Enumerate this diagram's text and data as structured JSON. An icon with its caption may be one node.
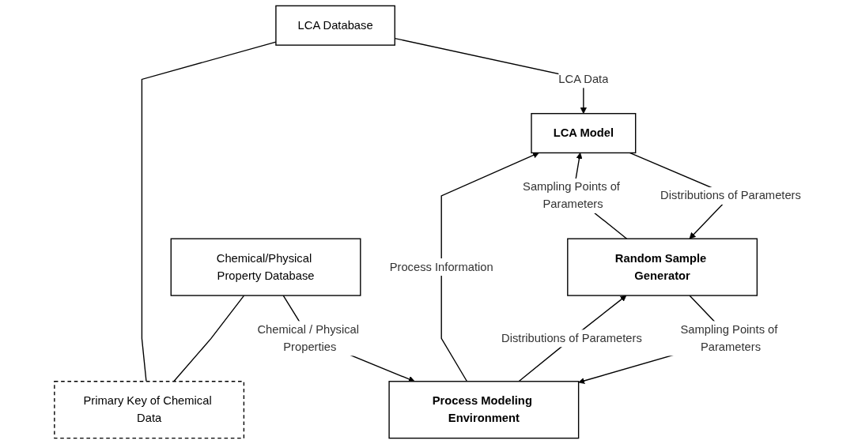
{
  "diagram": {
    "nodes": [
      {
        "text": [
          "LCA Model"
        ]
      },
      {
        "text": [
          "LCA Database"
        ]
      },
      {
        "text": [
          "Random Sample Generator"
        ]
      },
      {
        "text": [
          "Process Modeling Environment"
        ]
      },
      {
        "text": [
          "Chemical/Physical Property Database"
        ]
      },
      {
        "text": [
          "Primary Key of Chemical Data"
        ]
      }
    ],
    "edges": [
      {
        "from": 2,
        "to": 0,
        "arrow": "to",
        "label": "Sampling Points of Parameters"
      },
      {
        "from": 0,
        "to": 2,
        "arrow": "to",
        "label": "Distributions of Parameters"
      },
      {
        "from": 1,
        "to": 0,
        "arrow": "to",
        "label": "LCA Data"
      },
      {
        "from": 3,
        "to": 0,
        "arrow": "to",
        "label": "Process Information"
      },
      {
        "from": 3,
        "to": 2,
        "arrow": "to",
        "label": "Distributions of Parameters"
      },
      {
        "from": 2,
        "to": 3,
        "arrow": "to",
        "label": "Sampling Points of Parameters"
      },
      {
        "from": 4,
        "to": 3,
        "arrow": "to",
        "label": "Chemical / Physical Properties"
      },
      {
        "from": 1,
        "to": 5,
        "arrow": "none"
      },
      {
        "from": 4,
        "to": 5,
        "arrow": "none"
      }
    ]
  }
}
